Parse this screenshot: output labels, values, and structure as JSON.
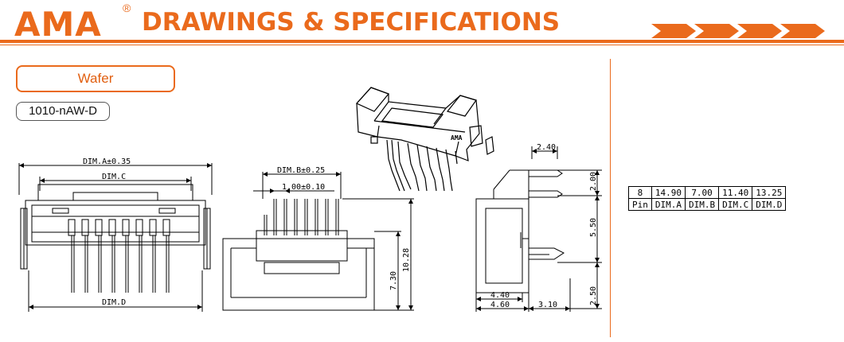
{
  "header": {
    "logo": "AMA",
    "registered": "®",
    "title": "DRAWINGS & SPECIFICATIONS"
  },
  "product": {
    "category": "Wafer",
    "part_number": "1010-nAW-D"
  },
  "dimensions": {
    "front_top": "DIM.A±0.35",
    "front_inner": "DIM.C",
    "front_bottom": "DIM.D",
    "side_pitch_outer": "DIM.B±0.25",
    "side_pitch": "1.00±0.10",
    "side_h1": "7.30",
    "side_h2": "10.28",
    "right_top": "2.40",
    "right_v1": "2.00",
    "right_v2": "5.50",
    "right_v3": "2.50",
    "right_b1": "4.40",
    "right_b2": "4.60",
    "right_b3": "3.10",
    "iso_mark": "AMA"
  },
  "spec_table": {
    "rows": [
      [
        "8",
        "14.90",
        "7.00",
        "11.40",
        "13.25"
      ],
      [
        "Pin",
        "DIM.A",
        "DIM.B",
        "DIM.C",
        "DIM.D"
      ]
    ]
  },
  "colors": {
    "accent": "#ea6a1c"
  },
  "icons": [
    "chevron-arrows-icon"
  ]
}
